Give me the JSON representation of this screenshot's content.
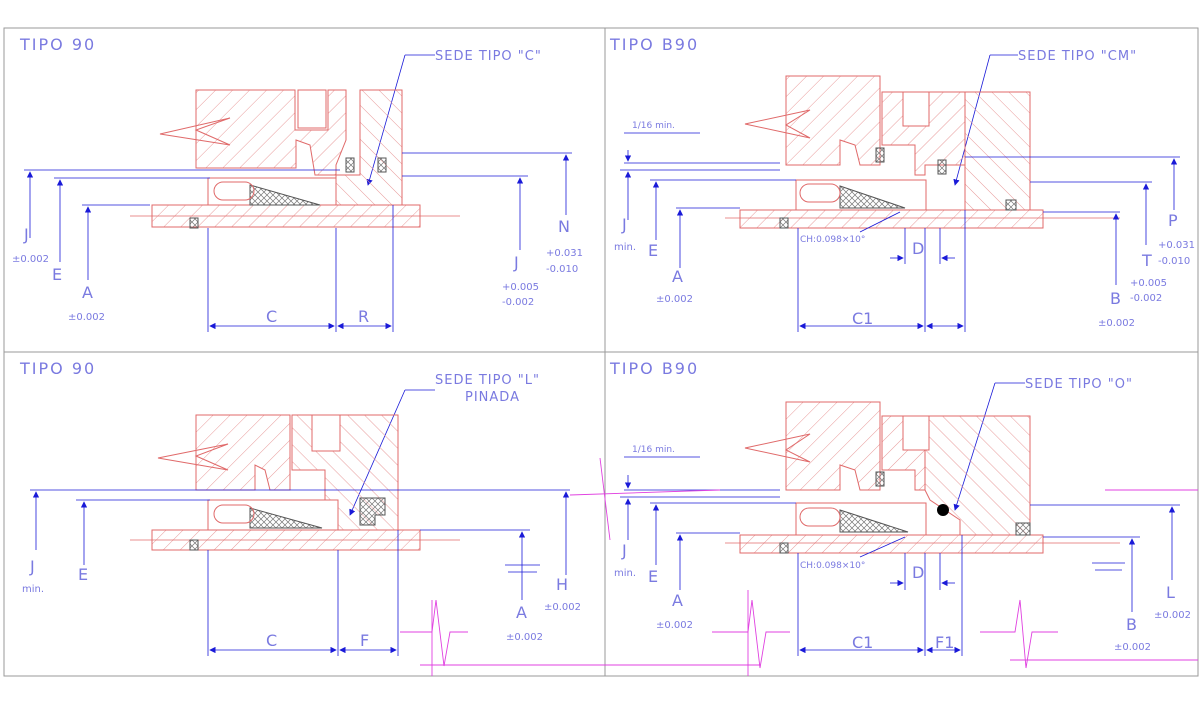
{
  "colors": {
    "frame": "#9a9a9a",
    "body": "#e06a6a",
    "hatch": "#e89a9a",
    "dim": "#1a1ad8",
    "text": "#7a7ae0",
    "magenta": "#e040e0",
    "seat": "#555555"
  },
  "panels": [
    {
      "title": "TIPO 90",
      "seat_label": [
        "SEDE TIPO \"C\""
      ],
      "dims": [
        "J",
        "±0.002",
        "E",
        "A",
        "±0.002",
        "C",
        "R",
        "J",
        "+0.005",
        "-0.002",
        "N",
        "+0.031",
        "-0.010"
      ]
    },
    {
      "title": "TIPO B90",
      "seat_label": [
        "SEDE TIPO \"CM\""
      ],
      "note": "1/16 min.",
      "chamfer": "CH:0.098×10°",
      "dims": [
        "J",
        "min.",
        "E",
        "A",
        "±0.002",
        "C1",
        "D",
        "B",
        "±0.002",
        "P",
        "+0.031",
        "T",
        "-0.010",
        "+0.005",
        "-0.002"
      ]
    },
    {
      "title": "TIPO 90",
      "seat_label": [
        "SEDE TIPO \"L\"",
        "PINADA"
      ],
      "dims": [
        "J",
        "min.",
        "E",
        "A",
        "±0.002",
        "C",
        "F",
        "H",
        "±0.002"
      ]
    },
    {
      "title": "TIPO B90",
      "seat_label": [
        "SEDE TIPO \"O\""
      ],
      "note": "1/16 min.",
      "chamfer": "CH:0.098×10°",
      "dims": [
        "J",
        "min.",
        "E",
        "A",
        "±0.002",
        "C1",
        "F1",
        "D",
        "B",
        "±0.002",
        "L",
        "±0.002"
      ]
    }
  ]
}
